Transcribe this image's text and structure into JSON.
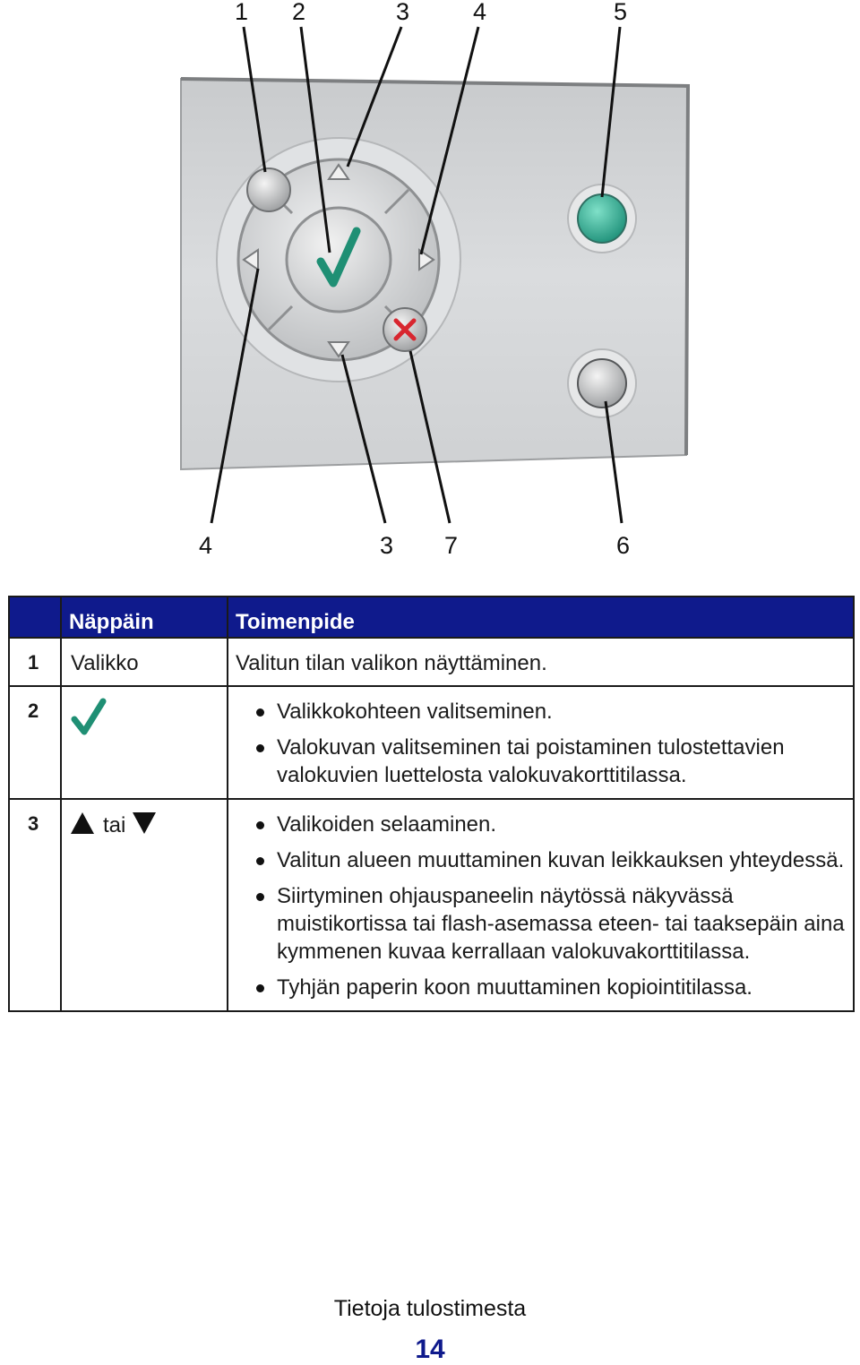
{
  "figure": {
    "callouts_top": [
      "1",
      "2",
      "3",
      "4",
      "5"
    ],
    "callouts_bottom": [
      "4",
      "3",
      "7",
      "6"
    ],
    "colors": {
      "panel": "#d4d6d8",
      "ok_green": "#1f8f74",
      "cancel_red": "#d8262f",
      "start_teal": "#34b39a"
    }
  },
  "table": {
    "header": {
      "col_key": "Näppäin",
      "col_action": "Toimenpide"
    },
    "rows": [
      {
        "num": "1",
        "key": "Valikko",
        "action": "Valitun tilan valikon näyttäminen."
      },
      {
        "num": "2",
        "key_icon": "checkmark-icon",
        "bullets": [
          "Valikkokohteen valitseminen.",
          "Valokuvan valitseminen tai poistaminen tulostettavien valokuvien luettelosta valokuvakorttitilassa."
        ]
      },
      {
        "num": "3",
        "key_joiner": "tai",
        "key_icons": [
          "arrow-up-icon",
          "arrow-down-icon"
        ],
        "bullets": [
          "Valikoiden selaaminen.",
          "Valitun alueen muuttaminen kuvan leikkauksen yhteydessä.",
          "Siirtyminen ohjauspaneelin näytössä näkyvässä muistikortissa tai flash-asemassa eteen- tai taaksepäin aina kymmenen kuvaa kerrallaan valokuvakorttitilassa.",
          "Tyhjän paperin koon muuttaminen kopiointitilassa."
        ]
      }
    ]
  },
  "footer": {
    "title": "Tietoja tulostimesta",
    "page_number": "14"
  }
}
